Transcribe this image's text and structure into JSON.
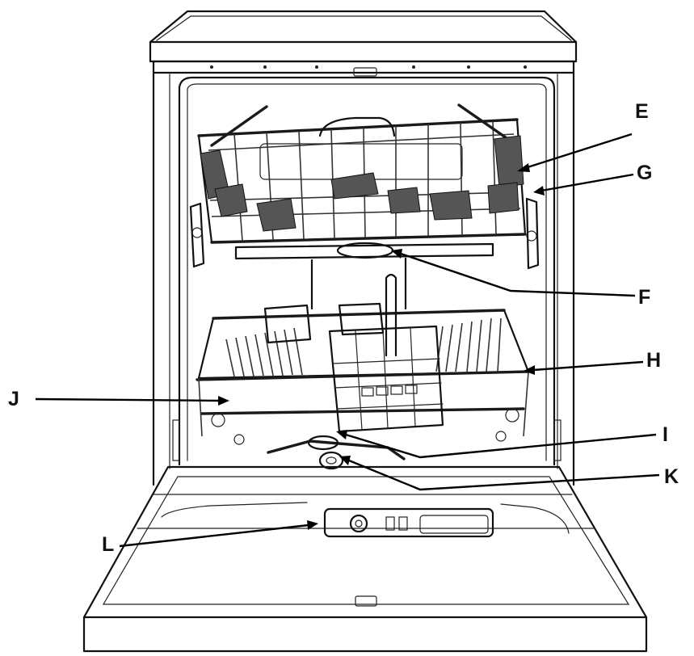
{
  "diagram": {
    "labels": [
      {
        "id": "E",
        "text": "E"
      },
      {
        "id": "G",
        "text": "G"
      },
      {
        "id": "F",
        "text": "F"
      },
      {
        "id": "H",
        "text": "H"
      },
      {
        "id": "J",
        "text": "J"
      },
      {
        "id": "I",
        "text": "I"
      },
      {
        "id": "K",
        "text": "K"
      },
      {
        "id": "L",
        "text": "L"
      }
    ]
  }
}
